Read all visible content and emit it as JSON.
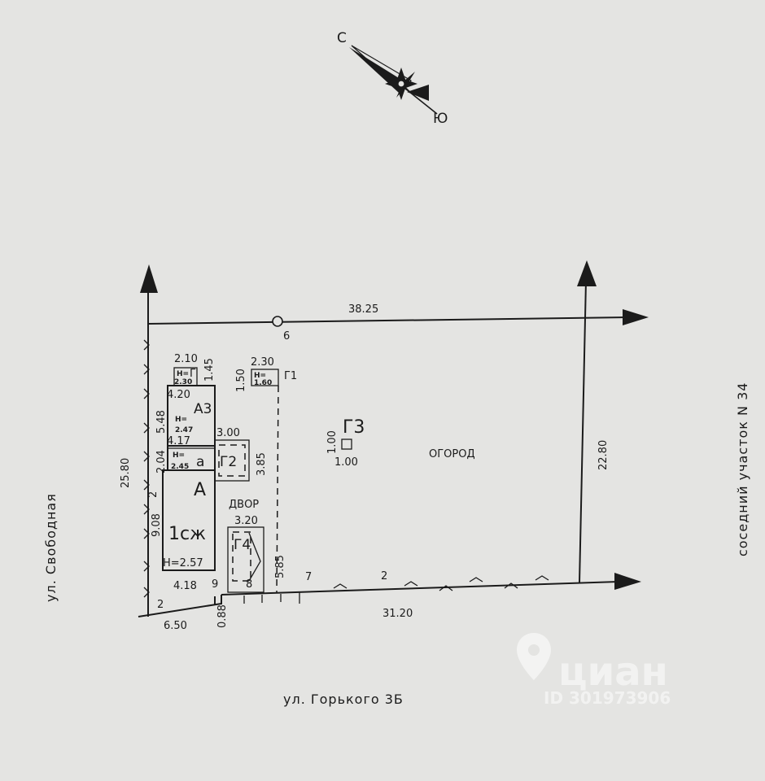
{
  "compass": {
    "north": "С",
    "south": "Ю"
  },
  "plot": {
    "point_label": "6",
    "dims": {
      "top": "38.25",
      "right": "22.80",
      "bottom": "31.20",
      "left": "25.80",
      "bottom_left": "6.50",
      "gap": "0.88",
      "seg_9": "9",
      "seg_8": "8",
      "seg_7": "7",
      "seg_2_bottom": "2",
      "seg_2_left": "2",
      "seg_2_corner": "2"
    },
    "garden_label": "ОГОРОД",
    "yard_label": "ДВОР"
  },
  "buildings": {
    "G_small": {
      "label": "Г",
      "width": "2.10",
      "depth": "1.45",
      "h_prefix": "H=",
      "h_value": "2.30"
    },
    "G1": {
      "label": "Г1",
      "width": "2.30",
      "depth": "1.50",
      "h_prefix": "H=",
      "h_value": "1.60"
    },
    "A3": {
      "label": "А3",
      "width": "4.20",
      "depth": "5.48",
      "h_prefix": "H=",
      "h_value": "2.47"
    },
    "a": {
      "label": "а",
      "width": "4.17",
      "depth": "2.04",
      "h_prefix": "H=",
      "h_value": "2.45"
    },
    "A": {
      "label": "А",
      "sublabel": "1сж",
      "depth": "9.08",
      "h_text": "H=2.57",
      "width": "4.18"
    },
    "G2": {
      "label": "Г2",
      "width": "3.00",
      "depth": "3.85"
    },
    "G3": {
      "label": "Г3",
      "width": "1.00",
      "depth": "1.00"
    },
    "G4": {
      "label": "Г4",
      "width": "3.20",
      "depth": "5.85"
    }
  },
  "streets": {
    "left": "ул. Свободная",
    "bottom": "ул. Горького 3Б",
    "right": "соседний участок N 34"
  },
  "watermark": {
    "brand": "циан",
    "id": "ID 301973906"
  }
}
